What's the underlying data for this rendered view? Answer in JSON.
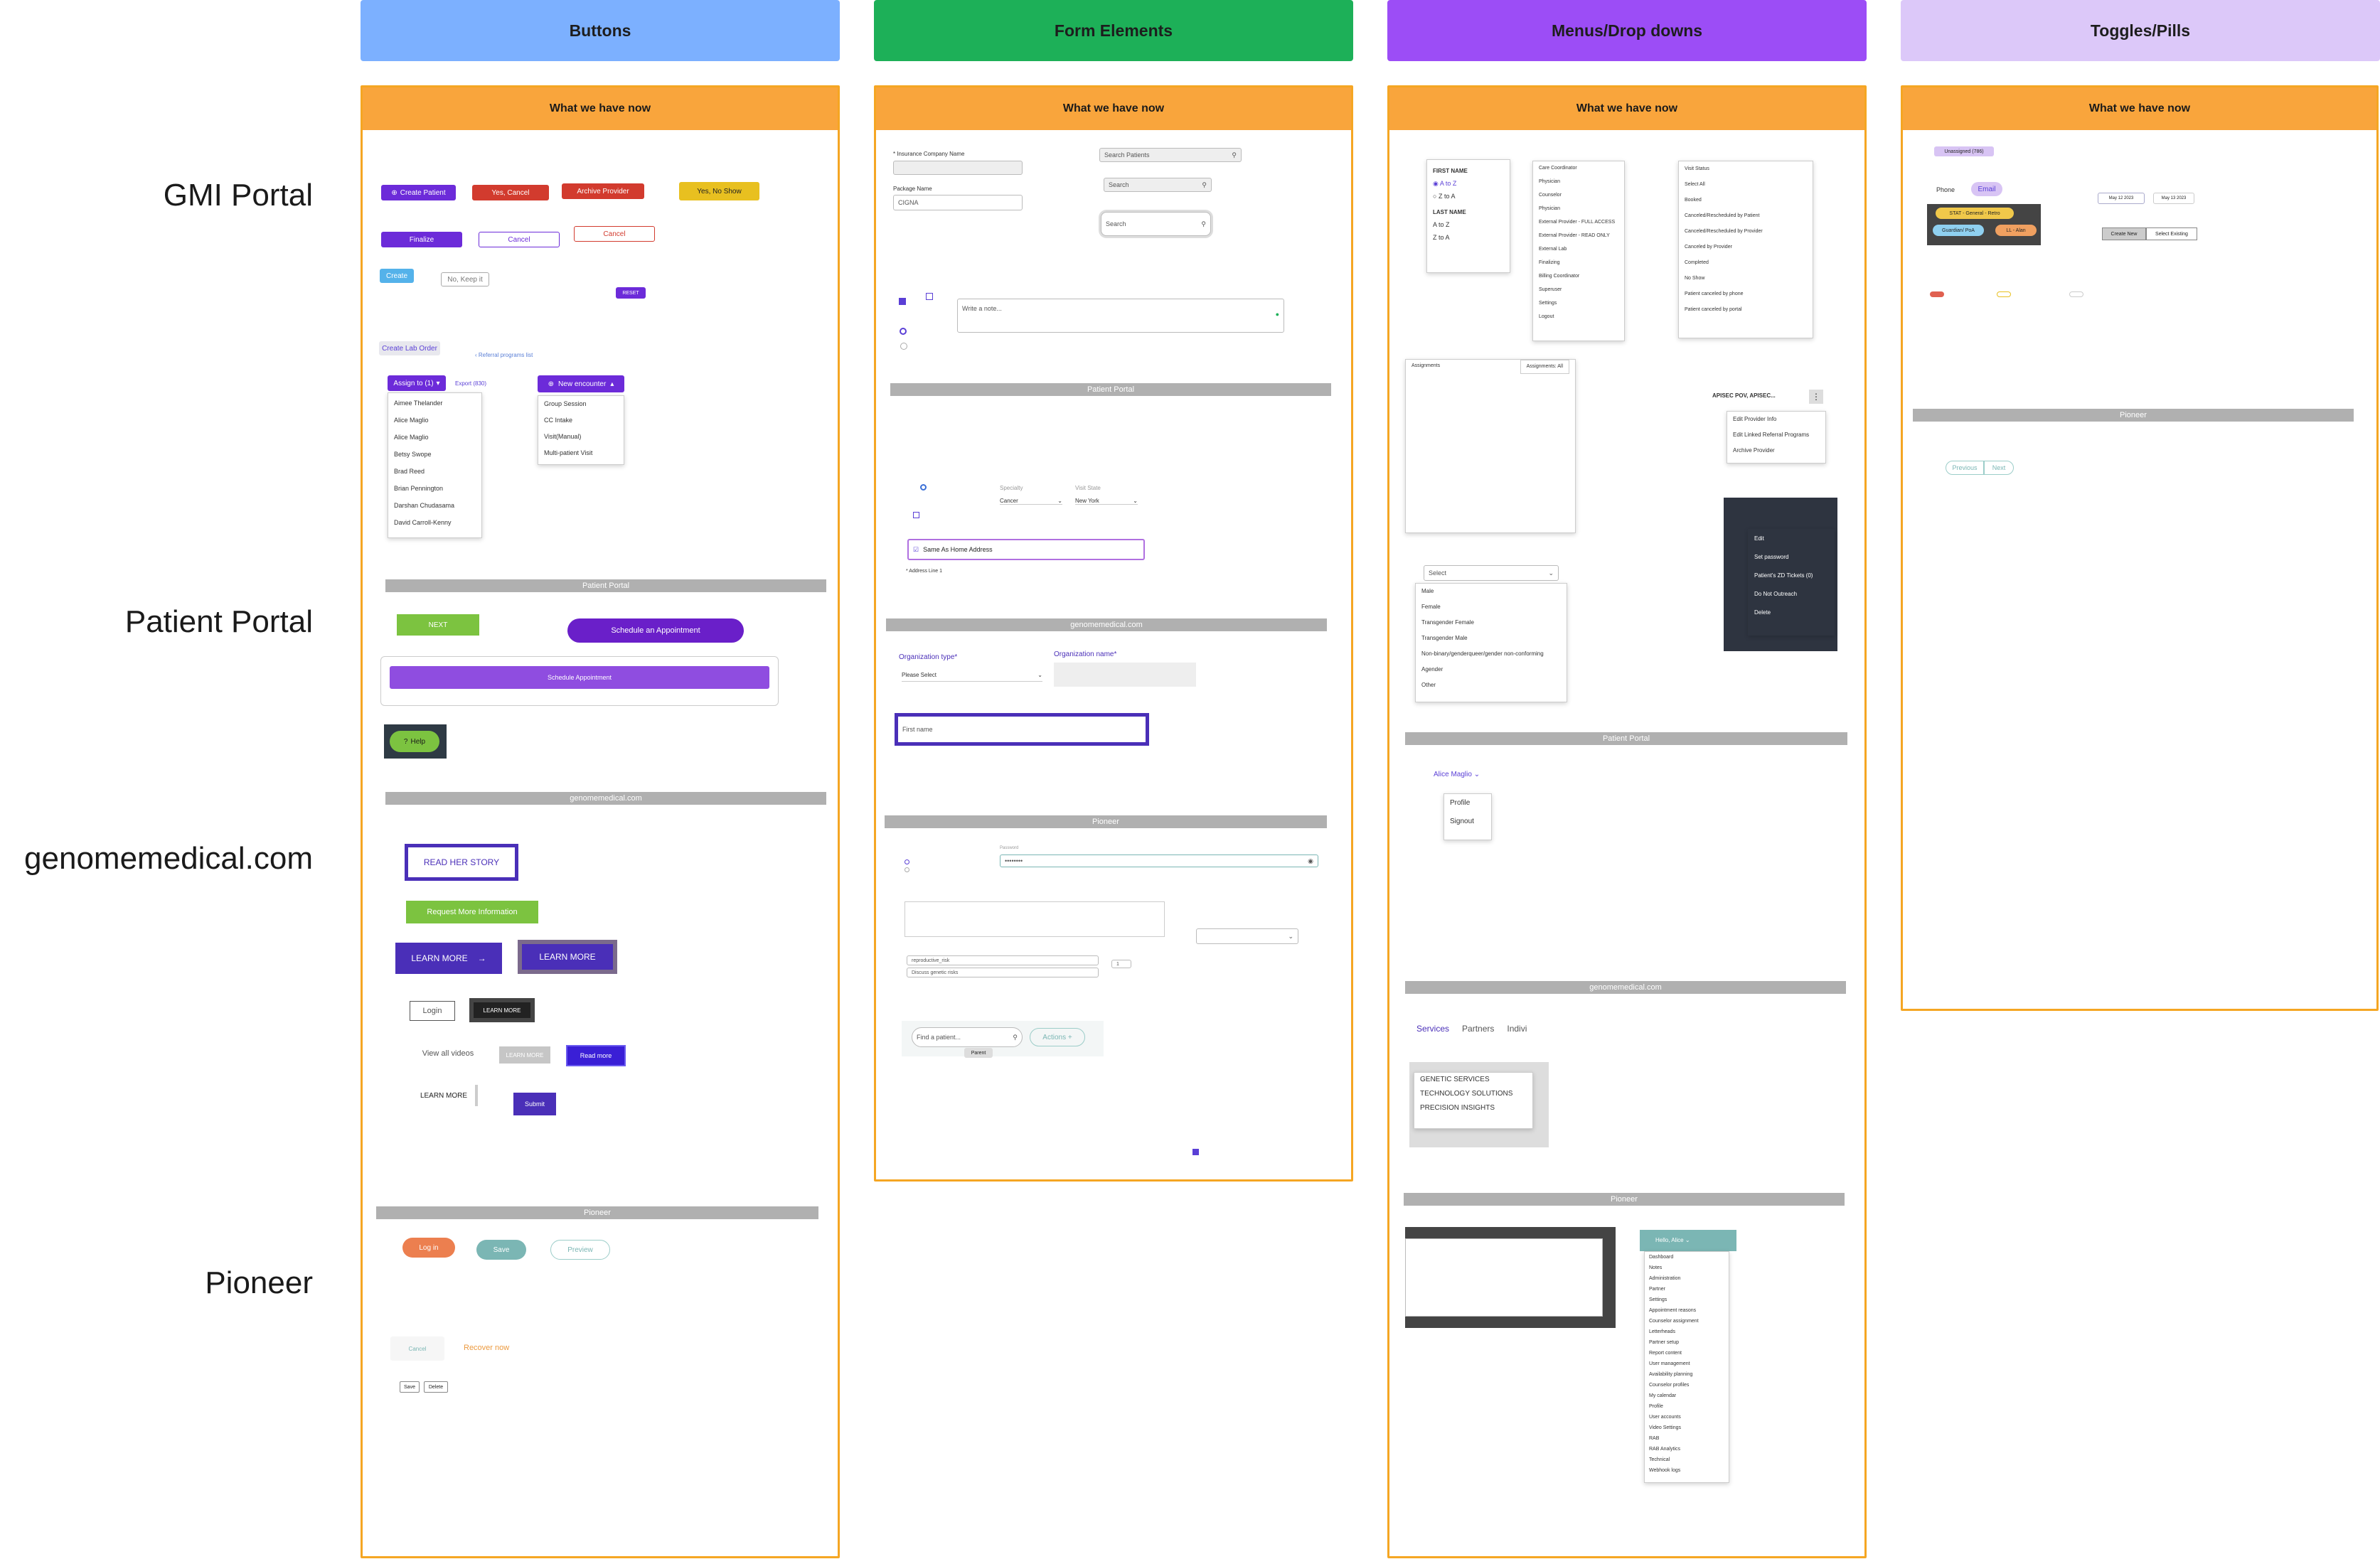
{
  "columns": {
    "buttons": {
      "label": "Buttons",
      "color": "#7cb0ff"
    },
    "forms": {
      "label": "Form Elements",
      "color": "#1db058"
    },
    "menus": {
      "label": "Menus/Drop downs",
      "color": "#9c4df6"
    },
    "toggles": {
      "label": "Toggles/Pills",
      "color": "#dcc8f9"
    }
  },
  "frame_title": "What we have now",
  "rows": {
    "gmi": "GMI Portal",
    "patient": "Patient Portal",
    "genome": "genomemedical.com",
    "pioneer": "Pioneer"
  },
  "sections": {
    "patient": "Patient Portal",
    "genome": "genomemedical.com",
    "pioneer": "Pioneer"
  },
  "buttons_col": {
    "gmi": {
      "create_patient": "Create Patient",
      "yes_cancel": "Yes, Cancel",
      "archive_provider": "Archive Provider",
      "yes_no_show": "Yes, No Show",
      "finalize": "Finalize",
      "cancel1": "Cancel",
      "cancel2": "Cancel",
      "create": "Create",
      "no_keep": "No, Keep it",
      "reset": "RESET",
      "create_lab_order": "Create Lab Order",
      "referral_link": "Referral programs list",
      "assign_to": "Assign to (1)",
      "export": "Export (830)",
      "new_encounter": "New encounter",
      "assign_menu": [
        "Aimee Thelander",
        "Alice Maglio",
        "Alice Maglio",
        "Betsy Swope",
        "Brad Reed",
        "Brian Pennington",
        "Darshan Chudasama",
        "David Carroll-Kenny"
      ],
      "encounter_menu": [
        "Group Session",
        "CC Intake",
        "Visit(Manual)",
        "Multi-patient Visit"
      ]
    },
    "patient": {
      "next": "NEXT",
      "schedule_appt": "Schedule an Appointment",
      "schedule": "Schedule Appointment",
      "help": "Help"
    },
    "genome": {
      "read_story": "READ HER STORY",
      "request_info": "Request More Information",
      "learn_more1": "LEARN MORE",
      "learn_more2": "LEARN MORE",
      "login": "Login",
      "learn_more3": "LEARN MORE",
      "view_videos": "View all videos",
      "learn_more4": "LEARN MORE",
      "read_more": "Read more",
      "learn_more5": "LEARN MORE",
      "submit": "Submit"
    },
    "pioneer": {
      "login": "Log in",
      "save": "Save",
      "preview": "Preview",
      "cancel": "Cancel",
      "recover": "Recover now",
      "save2": "Save",
      "delete": "Delete"
    }
  },
  "forms_col": {
    "gmi": {
      "insurance_label": "* Insurance Company Name",
      "package_label": "Package Name",
      "package_value": "CIGNA",
      "search1": "Search Patients",
      "search2": "Search",
      "search3": "Search",
      "note_placeholder": "Write a note..."
    },
    "patient": {
      "specialty_label": "Specialty",
      "specialty_value": "Cancer",
      "state_label": "Visit State",
      "state_value": "New York",
      "same_address": "Same As Home Address",
      "address_line": "* Address Line 1"
    },
    "genome": {
      "org_type_label": "Organization type*",
      "org_type_value": "Please Select",
      "org_name_label": "Organization name*",
      "first_name": "First name"
    },
    "pioneer": {
      "password_label": "Password",
      "password_value": "••••••••",
      "tag1": "reproductive_risk",
      "tag2": "Discuss genetic risks",
      "find_placeholder": "Find a patient...",
      "actions": "Actions +",
      "parent": "Parent",
      "qty": "1"
    }
  },
  "menus_col": {
    "gmi": {
      "sort_first": "FIRST NAME",
      "sort_last": "LAST NAME",
      "a_to_z": "A to Z",
      "z_to_a": "Z to A",
      "roles": [
        "Care Coordinator",
        "Physician",
        "Counselor",
        "Physician",
        "External Provider - FULL ACCESS",
        "External Provider - READ ONLY",
        "External Lab",
        "Finalizing",
        "Billing Coordinator",
        "Superuser",
        "Settings",
        "Logout"
      ],
      "visit_status_title": "Visit Status",
      "visit_status": [
        "Select All",
        "Booked",
        "Canceled/Rescheduled by Patient",
        "Canceled/Rescheduled by Provider",
        "Canceled by Provider",
        "Completed",
        "No Show",
        "Patient canceled by phone",
        "Patient canceled by portal"
      ],
      "assignments": "Assignments",
      "assignments_filter": "Assignments: All",
      "apisec": "APISEC POV, APISEC...",
      "provider_menu": [
        "Edit Provider Info",
        "Edit Linked Referral Programs",
        "Archive Provider"
      ],
      "select": "Select",
      "gender": [
        "Male",
        "Female",
        "Transgender Female",
        "Transgender Male",
        "Non-binary/genderqueer/gender non-conforming",
        "Agender",
        "Other"
      ],
      "dark_menu": [
        "Edit",
        "Set password",
        "Patient's ZD Tickets (0)",
        "Do Not Outreach",
        "Delete"
      ]
    },
    "patient": {
      "user": "Alice Maglio",
      "items": [
        "Profile",
        "Signout"
      ]
    },
    "genome": {
      "nav": [
        "Services",
        "Partners",
        "Indivi"
      ],
      "items": [
        "GENETIC SERVICES",
        "TECHNOLOGY SOLUTIONS",
        "PRECISION INSIGHTS"
      ]
    },
    "pioneer": {
      "user": "Hello, Alice",
      "items": [
        "Dashboard",
        "Notes",
        "Administration",
        "Partner",
        "Settings",
        "Appointment reasons",
        "Counselor assignment",
        "Letterheads",
        "Partner setup",
        "Report content",
        "User management",
        "Availability planning",
        "Counselor profiles",
        "My calendar",
        "Profile",
        "User accounts",
        "Video Settings",
        "RAB",
        "RAB Analytics",
        "Technical",
        "Webhook logs"
      ]
    }
  },
  "toggles_col": {
    "gmi": {
      "unassigned": "Unassigned (786)",
      "phone": "Phone",
      "email": "Email",
      "stat": "STAT - General - Retro",
      "guardian": "Guardian/ PoA",
      "ll_alan": "LL - Alan",
      "date1": "May 12 2023",
      "date2": "May 13 2023",
      "create_new": "Create New",
      "select_existing": "Select Existing"
    },
    "pioneer": {
      "previous": "Previous",
      "next": "Next"
    }
  }
}
